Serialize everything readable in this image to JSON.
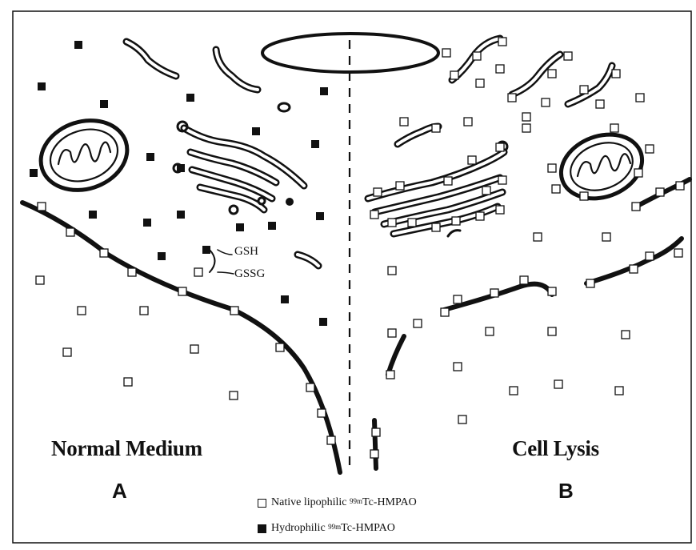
{
  "labels": {
    "panel_a_title": "Normal Medium",
    "panel_b_title": "Cell Lysis",
    "panel_a_letter": "A",
    "panel_b_letter": "B",
    "gsh": "GSH",
    "gssg": "GSSG"
  },
  "legend": {
    "native_prefix": "Native lipophilic ",
    "native_sup": "99m",
    "native_suffix": "Tc-HMPAO",
    "hydro_prefix": "Hydrophilic ",
    "hydro_sup": "99m",
    "hydro_suffix": "Tc-HMPAO"
  },
  "colors": {
    "ink": "#111111",
    "background": "#ffffff"
  }
}
